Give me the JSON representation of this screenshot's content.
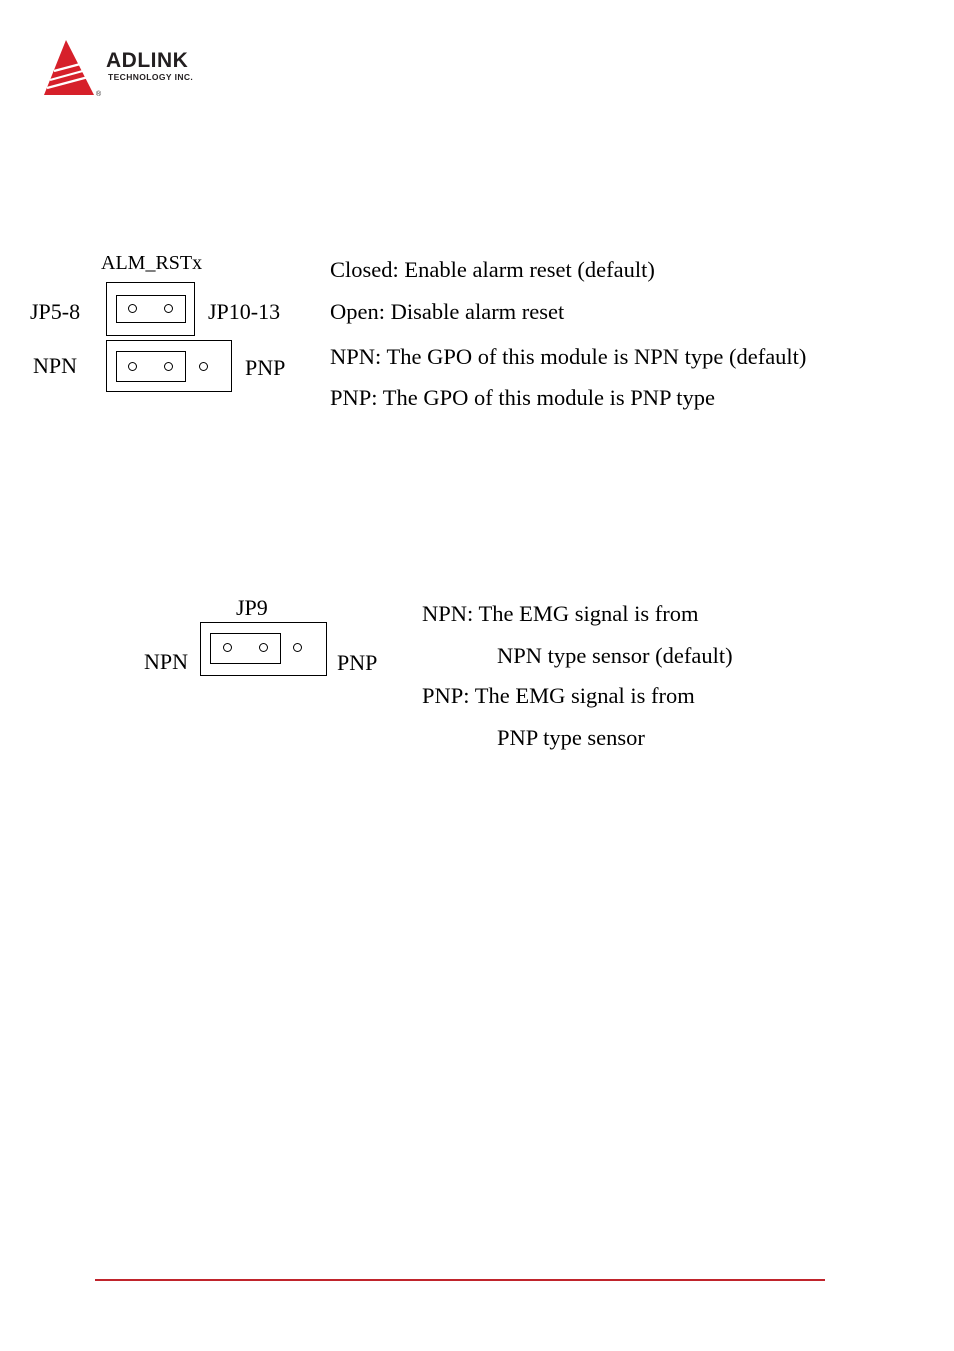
{
  "header": {
    "logo_name": "ADLINK",
    "logo_sub": "TECHNOLOGY INC.",
    "logo_reg": "®",
    "brand_color": "#d6202a"
  },
  "diagram1": {
    "top_label": "ALM_RSTx",
    "left_top_label": "JP5-8",
    "right_top_label": "JP10-13",
    "left_bottom_label": "NPN",
    "right_bottom_label": "PNP",
    "descriptions": [
      "Closed: Enable alarm reset (default)",
      "Open: Disable alarm reset",
      "NPN: The GPO of this module is NPN type (default)",
      "PNP: The GPO of this module is PNP type"
    ]
  },
  "diagram2": {
    "top_label": "JP9",
    "left_label": "NPN",
    "right_label": "PNP",
    "descriptions": [
      "NPN: The EMG signal is from",
      "NPN type sensor (default)",
      "PNP: The EMG signal is from",
      "PNP type sensor"
    ]
  },
  "footer": {
    "rule_color": "#c0242c"
  }
}
